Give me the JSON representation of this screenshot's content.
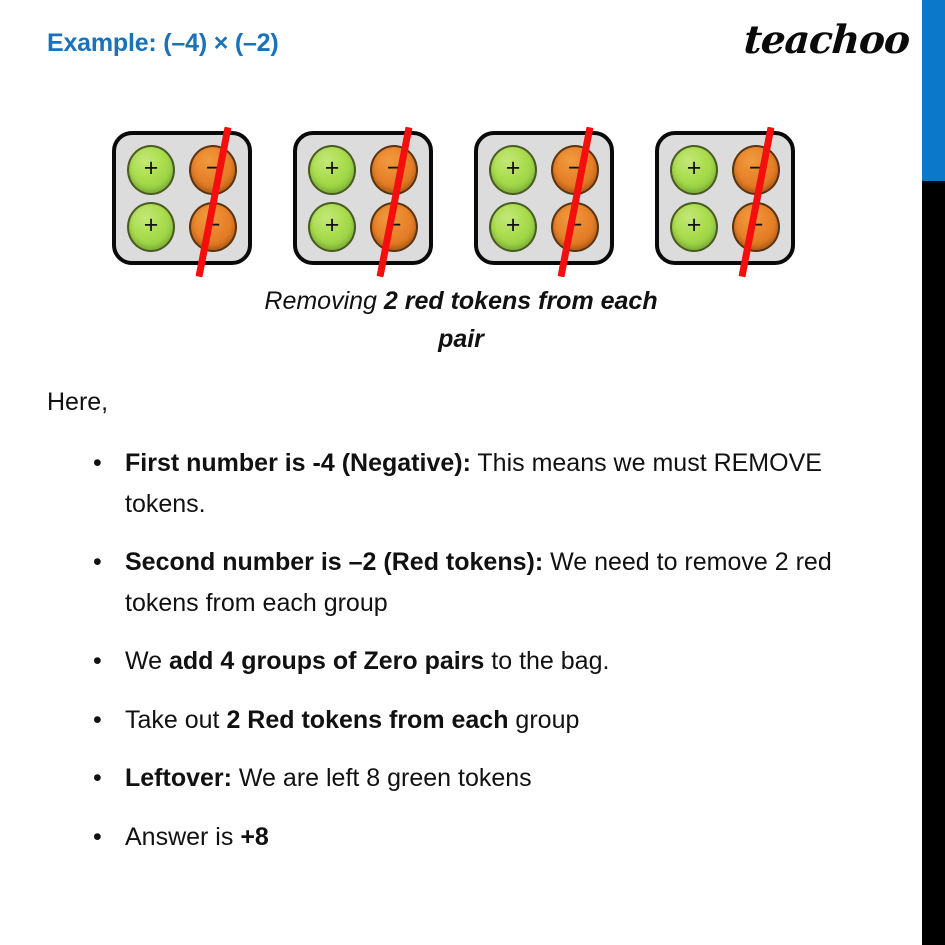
{
  "header": {
    "title": "Example: (–4) × (–2)",
    "brand": "teachoo",
    "title_color": "#1a72b8",
    "accent_bar_color": "#0b78c8",
    "lower_bar_color": "#000000"
  },
  "diagram": {
    "group_count": 4,
    "group_bg_color": "#dcdcdc",
    "group_border_color": "#0a0a0a",
    "strike_color": "#f40f0f",
    "green_token_color": "#aadd4d",
    "orange_token_color": "#e8822a",
    "groups": [
      {
        "tokens": [
          {
            "type": "green",
            "sign": "+"
          },
          {
            "type": "orange",
            "sign": "−"
          },
          {
            "type": "green",
            "sign": "+"
          },
          {
            "type": "orange",
            "sign": "−"
          }
        ],
        "struck": true
      },
      {
        "tokens": [
          {
            "type": "green",
            "sign": "+"
          },
          {
            "type": "orange",
            "sign": "−"
          },
          {
            "type": "green",
            "sign": "+"
          },
          {
            "type": "orange",
            "sign": "−"
          }
        ],
        "struck": true
      },
      {
        "tokens": [
          {
            "type": "green",
            "sign": "+"
          },
          {
            "type": "orange",
            "sign": "−"
          },
          {
            "type": "green",
            "sign": "+"
          },
          {
            "type": "orange",
            "sign": "−"
          }
        ],
        "struck": true
      },
      {
        "tokens": [
          {
            "type": "green",
            "sign": "+"
          },
          {
            "type": "orange",
            "sign": "−"
          },
          {
            "type": "green",
            "sign": "+"
          },
          {
            "type": "orange",
            "sign": "−"
          }
        ],
        "struck": true
      }
    ],
    "caption_plain": "Removing ",
    "caption_bold_line1": "2 red tokens from each",
    "caption_bold_line2": "pair"
  },
  "body": {
    "intro": "Here,",
    "bullet_marker": "•",
    "bullets": [
      {
        "bold": "First number is -4 (Negative):",
        "rest": " This means we must REMOVE tokens."
      },
      {
        "bold": "Second number is –2 (Red tokens):",
        "rest": " We need to remove 2 red tokens from each group"
      },
      {
        "pre": "We ",
        "bold": "add 4 groups of Zero pairs",
        "rest": " to the bag."
      },
      {
        "pre": "Take out ",
        "bold": "2 Red tokens from each",
        "rest": " group"
      },
      {
        "bold": "Leftover:",
        "rest": " We are left 8 green tokens"
      },
      {
        "pre": "Answer is ",
        "bold": "+8",
        "rest": ""
      }
    ]
  }
}
